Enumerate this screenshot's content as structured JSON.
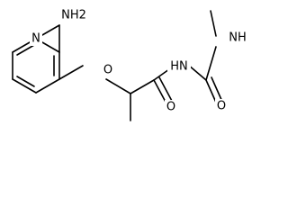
{
  "molecule": {
    "atoms": {
      "nh2": "NH2",
      "ring_n": "N",
      "ether_o": "O",
      "amide_nh": "HN",
      "carbonyl_o_amide": "O",
      "carbonyl_o_urea": "O",
      "methyl_nh": "NH"
    }
  }
}
